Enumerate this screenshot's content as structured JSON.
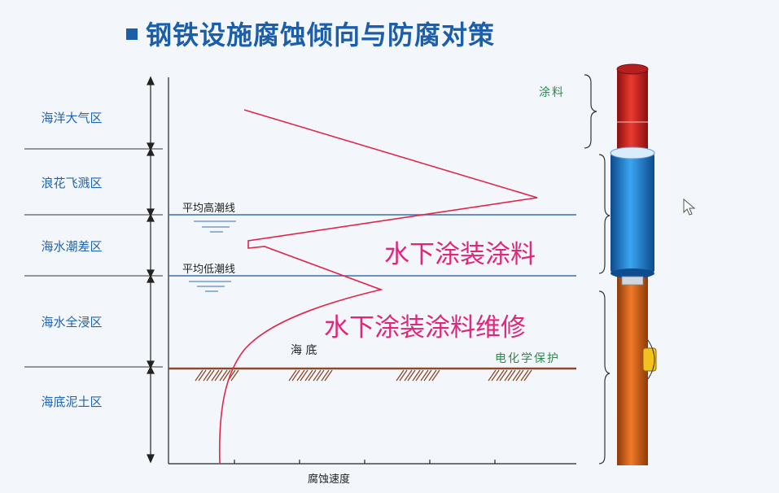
{
  "title": "钢铁设施腐蚀倾向与防腐对策",
  "zones": [
    "海洋大气区",
    "浪花飞溅区",
    "海水潮差区",
    "海水全浸区",
    "海底泥土区"
  ],
  "lines": {
    "mean_high_tide": "平均高潮线",
    "mean_low_tide": "平均低潮线"
  },
  "seabed_label": "海  底",
  "x_axis_label": "腐蚀速度",
  "annotations": {
    "underwater_coating": "水下涂装涂料",
    "underwater_coating_repair": "水下涂装涂料维修"
  },
  "pile_labels": {
    "coating": "涂料",
    "cathodic_protection": "电化学保护"
  },
  "colors": {
    "zone_text": "#1e63b0",
    "curve": "#e0264a",
    "tide_line": "#3a6fb0",
    "seabed_line": "#8b4a2b",
    "pile_top": "#d92b2b",
    "pile_middle": "#1e7fd6",
    "pile_bottom": "#e0641e",
    "emphasis_text": "#e0267a",
    "protection_text": "#2a8c4a"
  }
}
